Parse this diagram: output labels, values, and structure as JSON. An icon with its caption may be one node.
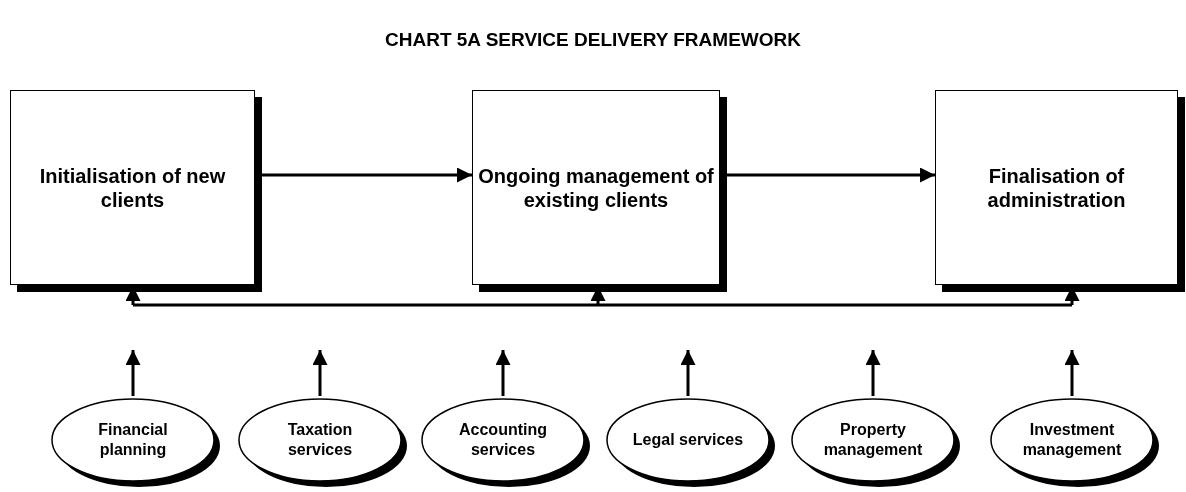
{
  "diagram": {
    "title": "CHART 5A SERVICE DELIVERY FRAMEWORK",
    "nodes": [
      {
        "text": [
          "Initialisation of new clients"
        ]
      },
      {
        "text": [
          "Ongoing management of existing clients"
        ]
      },
      {
        "text": [
          "Finalisation of administration"
        ]
      },
      {
        "text": [
          "Financial planning"
        ]
      },
      {
        "text": [
          "Taxation services"
        ]
      },
      {
        "text": [
          "Accounting services"
        ]
      },
      {
        "text": [
          "Legal services"
        ]
      },
      {
        "text": [
          "Property management"
        ]
      },
      {
        "text": [
          "Investment management"
        ]
      }
    ],
    "edges": [
      {
        "from": 0,
        "to": 1,
        "arrow": "to"
      },
      {
        "from": 1,
        "to": 2,
        "arrow": "to"
      },
      {
        "from": null,
        "to": 0,
        "arrow": "to"
      },
      {
        "from": null,
        "to": 1,
        "arrow": "to"
      },
      {
        "from": null,
        "to": 2,
        "arrow": "to"
      },
      {
        "from": 3,
        "to": null,
        "arrow": "to"
      },
      {
        "from": 4,
        "to": null,
        "arrow": "to"
      },
      {
        "from": 5,
        "to": null,
        "arrow": "to"
      },
      {
        "from": 6,
        "to": null,
        "arrow": "to"
      },
      {
        "from": 7,
        "to": null,
        "arrow": "to"
      },
      {
        "from": 8,
        "to": null,
        "arrow": "to"
      }
    ]
  }
}
